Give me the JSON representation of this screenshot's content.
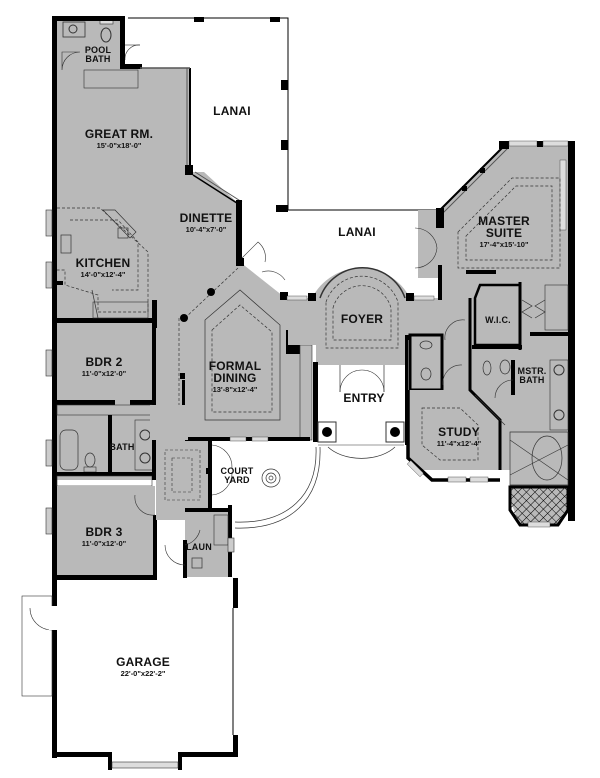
{
  "floor_plan": {
    "colors": {
      "room_fill": "#b9b9b9",
      "wall": "#000000",
      "outdoor": "#ffffff",
      "dashed": "#555555"
    },
    "rooms": [
      {
        "id": "pool-bath",
        "name": "POOL\nBATH",
        "name_line1": "POOL",
        "name_line2": "BATH",
        "dims": ""
      },
      {
        "id": "great-room",
        "name": "GREAT RM.",
        "dims": "15'-0\"x18'-0\""
      },
      {
        "id": "lanai-upper",
        "name": "LANAI",
        "dims": ""
      },
      {
        "id": "lanai-lower",
        "name": "LANAI",
        "dims": ""
      },
      {
        "id": "dinette",
        "name": "DINETTE",
        "dims": "10'-4\"x7'-0\""
      },
      {
        "id": "kitchen",
        "name": "KITCHEN",
        "dims": "14'-0\"x12'-4\""
      },
      {
        "id": "master-suite",
        "name_line1": "MASTER",
        "name_line2": "SUITE",
        "dims": "17'-4\"x15'-10\""
      },
      {
        "id": "foyer",
        "name": "FOYER",
        "dims": ""
      },
      {
        "id": "bdr2",
        "name": "BDR 2",
        "dims": "11'-0\"x12'-0\""
      },
      {
        "id": "formal-dining",
        "name_line1": "FORMAL",
        "name_line2": "DINING",
        "dims": "13'-8\"x12'-4\""
      },
      {
        "id": "wic",
        "name": "W.I.C.",
        "dims": ""
      },
      {
        "id": "mstr-bath",
        "name_line1": "MSTR.",
        "name_line2": "BATH",
        "dims": ""
      },
      {
        "id": "entry",
        "name": "ENTRY",
        "dims": ""
      },
      {
        "id": "study",
        "name": "STUDY",
        "dims": "11'-4\"x12'-4\""
      },
      {
        "id": "bath",
        "name": "BATH",
        "dims": ""
      },
      {
        "id": "court-yard",
        "name_line1": "COURT",
        "name_line2": "YARD",
        "dims": ""
      },
      {
        "id": "bdr3",
        "name": "BDR 3",
        "dims": "11'-0\"x12'-0\""
      },
      {
        "id": "laun",
        "name": "LAUN",
        "dims": ""
      },
      {
        "id": "garage",
        "name": "GARAGE",
        "dims": "22'-0\"x22'-2\""
      }
    ]
  }
}
